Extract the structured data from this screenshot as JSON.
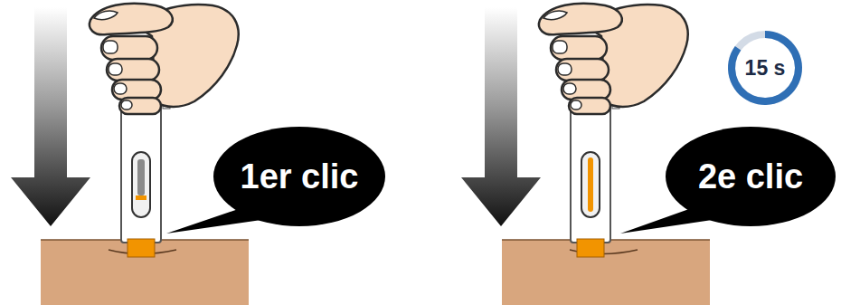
{
  "diagram": {
    "nodes": [
      {
        "text": [
          "1er clic"
        ]
      },
      {
        "text": [
          "15 s"
        ]
      },
      {
        "text": [
          "2e clic"
        ]
      }
    ]
  }
}
